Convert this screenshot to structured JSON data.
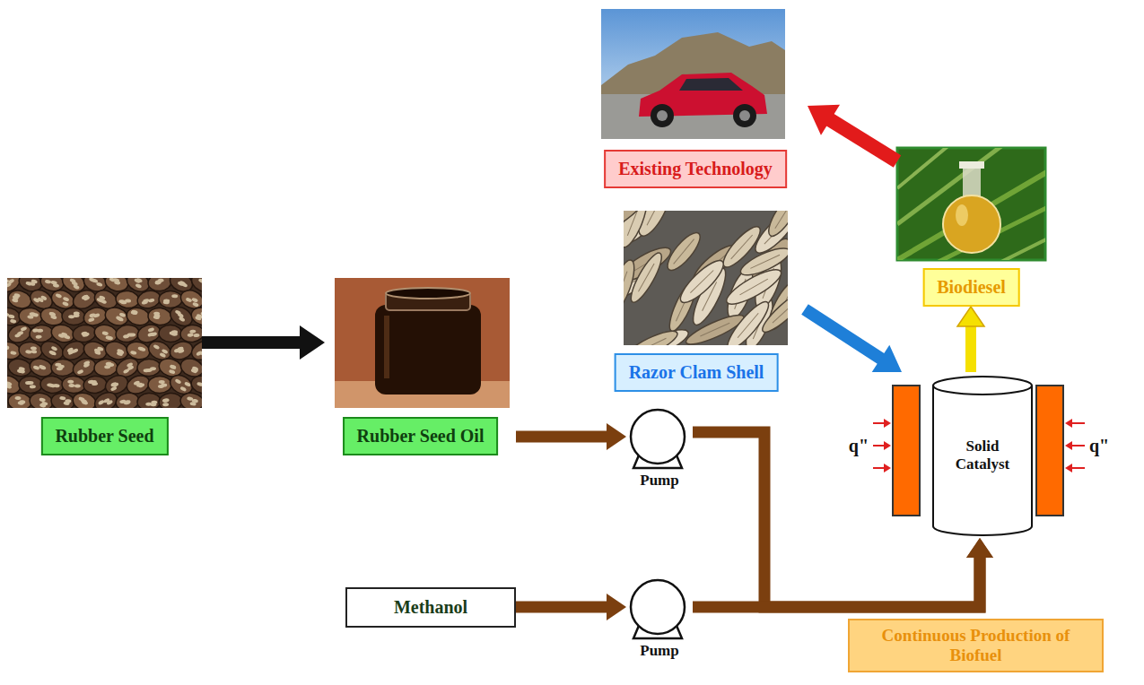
{
  "diagram": {
    "nodes": [
      {
        "text": [
          "Existing Technology"
        ]
      },
      {
        "text": [
          "Biodiesel"
        ]
      },
      {
        "text": [
          "Razor Clam Shell"
        ]
      },
      {
        "text": [
          "Rubber Seed"
        ]
      },
      {
        "text": [
          "Rubber Seed Oil"
        ]
      },
      {
        "text": [
          "Pump"
        ]
      },
      {
        "text": [
          "Solid Catalyst"
        ]
      },
      {
        "text": [
          "Methanol"
        ]
      },
      {
        "text": [
          "Pump"
        ]
      },
      {
        "text": [
          "Continuous Production of Biofuel"
        ]
      }
    ],
    "edges": [
      {
        "from": 3,
        "to": 4,
        "arrow": "to"
      },
      {
        "from": 4,
        "to": 5,
        "arrow": "to"
      },
      {
        "from": 7,
        "to": 8,
        "arrow": "to"
      },
      {
        "from": 5,
        "to": 6,
        "arrow": "to"
      },
      {
        "from": 8,
        "to": 6,
        "arrow": "to"
      },
      {
        "from": 2,
        "to": 6,
        "arrow": "to"
      },
      {
        "from": 6,
        "to": 1,
        "arrow": "to"
      },
      {
        "from": 1,
        "to": 0,
        "arrow": "to"
      }
    ],
    "labels": [
      "q\"",
      "q\""
    ]
  }
}
